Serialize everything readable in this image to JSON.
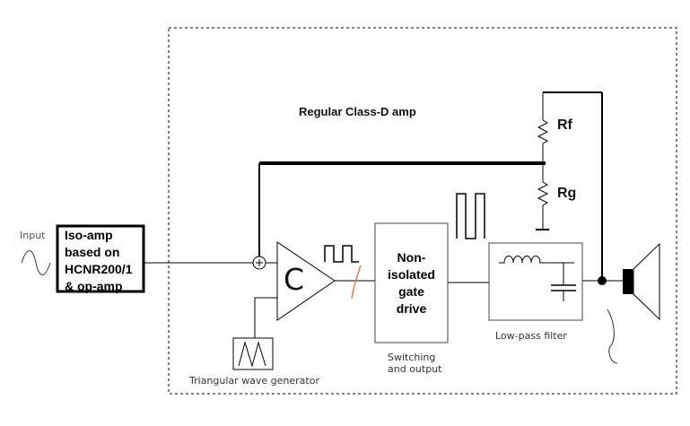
{
  "labels": {
    "input": "Input",
    "iso_amp": [
      "Iso-amp",
      "based on",
      "HCNR200/1",
      "& op-amp"
    ],
    "class_d": "Regular Class-D amp",
    "rf": "Rf",
    "rg": "Rg",
    "comparator": "C",
    "gate_drive": [
      "Non-",
      "isolated",
      "gate",
      "drive"
    ],
    "switching": [
      "Switching",
      "and output"
    ],
    "low_pass": "Low-pass filter",
    "triangle_gen": "Triangular wave generator",
    "summing": "+"
  },
  "colors": {
    "line": "#000000",
    "signal_wave": "#e07a50",
    "box_border": "#444444"
  }
}
